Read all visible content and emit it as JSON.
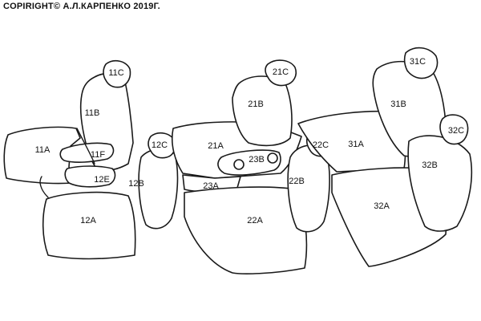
{
  "copyright": "COPIRIGHT© А.Л.КАРПЕНКО 2019Г.",
  "labels": {
    "s11a": "11A",
    "s11b": "11B",
    "s11c": "11C",
    "s11f": "11F",
    "s12e": "12E",
    "s12a": "12A",
    "s12b": "12B",
    "s12c": "12C",
    "s21a": "21A",
    "s21b": "21B",
    "s21c": "21C",
    "s23b": "23B",
    "s23a": "23A",
    "s22a": "22A",
    "s22b": "22B",
    "s22c": "22C",
    "s31a": "31A",
    "s31b": "31B",
    "s31c": "31C",
    "s32a": "32A",
    "s32b": "32B",
    "s32c": "32C"
  }
}
